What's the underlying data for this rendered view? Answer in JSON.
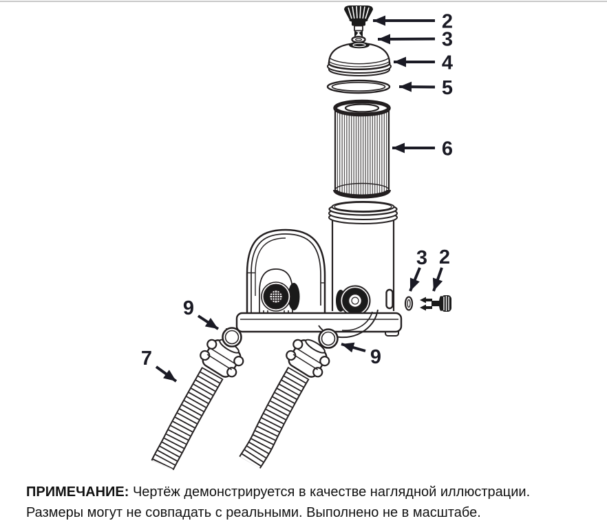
{
  "diagram": {
    "callouts": {
      "c2_top": "2",
      "c3_top": "3",
      "c4": "4",
      "c5": "5",
      "c6": "6",
      "c3_side": "3",
      "c2_side": "2",
      "c9_left": "9",
      "c9_right": "9",
      "c7": "7"
    },
    "colors": {
      "ink": "#231f20",
      "label": "#1a1a24",
      "divider": "#c8c8c8",
      "background": "#ffffff"
    }
  },
  "note": {
    "label": "ПРИМЕЧАНИЕ:",
    "line1_rest": "Чертёж демонстрируется в качестве наглядной иллюстрации.",
    "line2": "Размеры могут не совпадать с реальными. Выполнено не в масштабе."
  }
}
